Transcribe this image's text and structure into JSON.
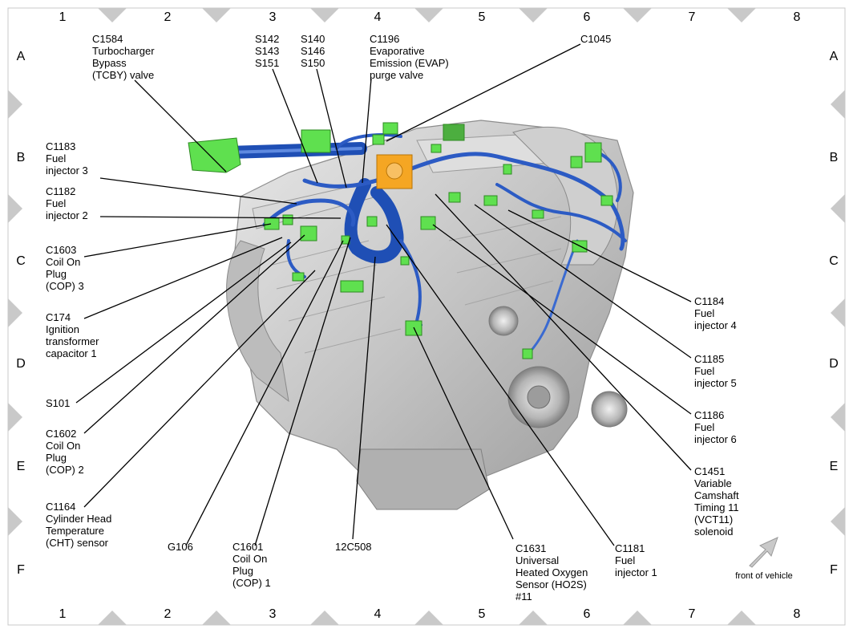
{
  "grid": {
    "columns": [
      "1",
      "2",
      "3",
      "4",
      "5",
      "6",
      "7",
      "8"
    ],
    "rows": [
      "A",
      "B",
      "C",
      "D",
      "E",
      "F"
    ]
  },
  "callouts": [
    {
      "id": "c1584",
      "lines": [
        "C1584",
        "Turbocharger",
        "Bypass",
        "(TCBY) valve"
      ]
    },
    {
      "id": "s142",
      "lines": [
        "S142",
        "S143",
        "S151"
      ]
    },
    {
      "id": "s140",
      "lines": [
        "S140",
        "S146",
        "S150"
      ]
    },
    {
      "id": "c1196",
      "lines": [
        "C1196",
        "Evaporative",
        "Emission (EVAP)",
        "purge valve"
      ]
    },
    {
      "id": "c1045",
      "lines": [
        "C1045"
      ]
    },
    {
      "id": "c1183",
      "lines": [
        "C1183",
        "Fuel",
        "injector 3"
      ]
    },
    {
      "id": "c1182",
      "lines": [
        "C1182",
        "Fuel",
        "injector 2"
      ]
    },
    {
      "id": "c1603",
      "lines": [
        "C1603",
        "Coil On",
        "Plug",
        "(COP) 3"
      ]
    },
    {
      "id": "c174",
      "lines": [
        "C174",
        "Ignition",
        "transformer",
        "capacitor 1"
      ]
    },
    {
      "id": "s101",
      "lines": [
        "S101"
      ]
    },
    {
      "id": "c1602",
      "lines": [
        "C1602",
        "Coil On",
        "Plug",
        "(COP) 2"
      ]
    },
    {
      "id": "c1164",
      "lines": [
        "C1164",
        "Cylinder Head",
        "Temperature",
        "(CHT) sensor"
      ]
    },
    {
      "id": "g106",
      "lines": [
        "G106"
      ]
    },
    {
      "id": "c1601",
      "lines": [
        "C1601",
        "Coil On",
        "Plug",
        "(COP) 1"
      ]
    },
    {
      "id": "c12c508",
      "lines": [
        "12C508"
      ]
    },
    {
      "id": "c1631",
      "lines": [
        "C1631",
        "Universal",
        "Heated Oxygen",
        "Sensor (HO2S)",
        "#11"
      ]
    },
    {
      "id": "c1181",
      "lines": [
        "C1181",
        "Fuel",
        "injector 1"
      ]
    },
    {
      "id": "c1184",
      "lines": [
        "C1184",
        "Fuel",
        "injector 4"
      ]
    },
    {
      "id": "c1185",
      "lines": [
        "C1185",
        "Fuel",
        "injector 5"
      ]
    },
    {
      "id": "c1186",
      "lines": [
        "C1186",
        "Fuel",
        "injector 6"
      ]
    },
    {
      "id": "c1451",
      "lines": [
        "C1451",
        "Variable",
        "Camshaft",
        "Timing 11",
        "(VCT11)",
        "solenoid"
      ]
    }
  ],
  "front_label": "front of vehicle",
  "colors": {
    "harness": "#1f4fb5",
    "connector": "#5fe04f",
    "orange_part": "#f5a623",
    "engine": "#c8c8c8",
    "frame_marker": "#c9c9c9"
  }
}
